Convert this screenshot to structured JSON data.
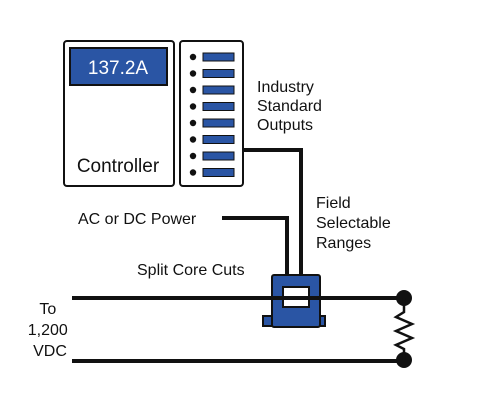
{
  "colors": {
    "accent_blue": "#2a55a4",
    "line": "#111111",
    "background": "#ffffff"
  },
  "controller": {
    "display_value": "137.2A",
    "label": "Controller"
  },
  "labels": {
    "outputs_line1": "Industry",
    "outputs_line2": "Standard",
    "outputs_line3": "Outputs",
    "power": "AC or DC Power",
    "ranges_line1": "Field",
    "ranges_line2": "Selectable",
    "ranges_line3": "Ranges",
    "sensor": "Split Core Cuts",
    "voltage_line1": "To",
    "voltage_line2": "1,200",
    "voltage_line3": "VDC"
  },
  "icons": {
    "terminal_block": "terminal-block-icon",
    "sensor": "split-core-sensor-icon",
    "resistor": "resistor-icon"
  }
}
